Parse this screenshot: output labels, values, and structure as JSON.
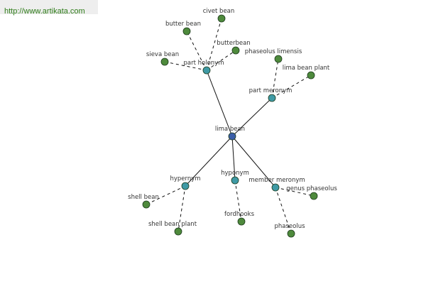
{
  "source_url": "http://www.artikata.com",
  "colors": {
    "center_node": "#3b5ea8",
    "relation_node": "#3f9aa5",
    "leaf_node": "#4e8a3c",
    "node_stroke": "#1c3a1c",
    "edge": "#111111"
  },
  "graph": {
    "center": {
      "id": "lima-bean",
      "label": "lima bean"
    },
    "relations": [
      {
        "id": "part-holonym",
        "label": "part holonym",
        "leaves": [
          {
            "id": "civet-bean",
            "label": "civet bean"
          },
          {
            "id": "butter-bean",
            "label": "butter bean"
          },
          {
            "id": "butterbean",
            "label": "butterbean"
          },
          {
            "id": "sieva-bean",
            "label": "sieva bean"
          }
        ]
      },
      {
        "id": "part-meronym",
        "label": "part meronym",
        "leaves": [
          {
            "id": "phaseolus-limensis",
            "label": "phaseolus limensis"
          },
          {
            "id": "lima-bean-plant",
            "label": "lima bean plant"
          }
        ]
      },
      {
        "id": "hypernym",
        "label": "hypernym",
        "leaves": [
          {
            "id": "shell-bean",
            "label": "shell bean"
          },
          {
            "id": "shell-bean-plant",
            "label": "shell bean plant"
          }
        ]
      },
      {
        "id": "hyponym",
        "label": "hyponym",
        "leaves": [
          {
            "id": "fordhooks",
            "label": "fordhooks"
          }
        ]
      },
      {
        "id": "member-meronym",
        "label": "member meronym",
        "leaves": [
          {
            "id": "genus-phaseolus",
            "label": "genus phaseolus"
          },
          {
            "id": "phaseolus",
            "label": "phaseolus"
          }
        ]
      }
    ]
  }
}
